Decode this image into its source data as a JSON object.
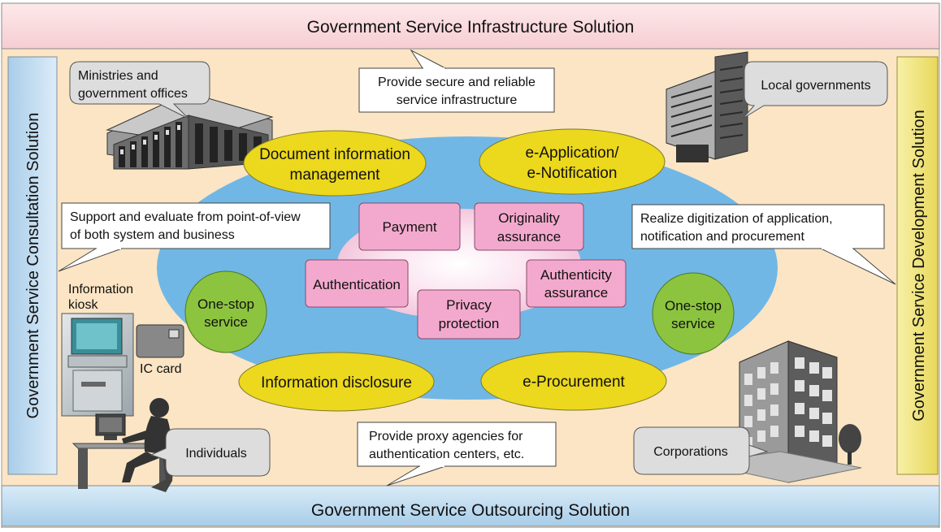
{
  "banners": {
    "top": "Government Service Infrastructure Solution",
    "bottom": "Government Service Outsourcing Solution",
    "left": "Government Service Consultation Solution",
    "right": "Government Service Development Solution"
  },
  "callouts": {
    "infrastructure": [
      "Provide secure and reliable",
      "service infrastructure"
    ],
    "consultation": [
      "Support and evaluate from point-of-view",
      "of both system and business"
    ],
    "development": [
      "Realize digitization of application,",
      "notification and procurement"
    ],
    "outsourcing": [
      "Provide proxy agencies for",
      "authentication centers, etc."
    ]
  },
  "stakeholders": {
    "ministries": [
      "Ministries and",
      "government offices"
    ],
    "local_governments": "Local governments",
    "individuals": "Individuals",
    "corporations": "Corporations",
    "kiosk": [
      "Information",
      "kiosk"
    ],
    "ic_card": "IC card"
  },
  "services": {
    "document_management": [
      "Document information",
      "management"
    ],
    "e_application": [
      "e-Application/",
      "e-Notification"
    ],
    "information_disclosure": "Information disclosure",
    "e_procurement": "e-Procurement",
    "one_stop_left": [
      "One-stop",
      "service"
    ],
    "one_stop_right": [
      "One-stop",
      "service"
    ]
  },
  "core_functions": {
    "payment": "Payment",
    "originality": [
      "Originality",
      "assurance"
    ],
    "authentication": "Authentication",
    "authenticity": [
      "Authenticity",
      "assurance"
    ],
    "privacy": [
      "Privacy",
      "protection"
    ]
  },
  "colors": {
    "frame_bg": "#fbe5c4",
    "top_banner": "#fbdadd",
    "bottom_banner": "#c2dcef",
    "left_banner": "#c2dcef",
    "right_banner": "#f3e989",
    "blue_field": "#70b7e6",
    "yellow_ellipse": "#ecd81c",
    "green_circle": "#8cc43f",
    "pink_box": "#f3a9cd",
    "bubble_grey": "#dddddd"
  }
}
